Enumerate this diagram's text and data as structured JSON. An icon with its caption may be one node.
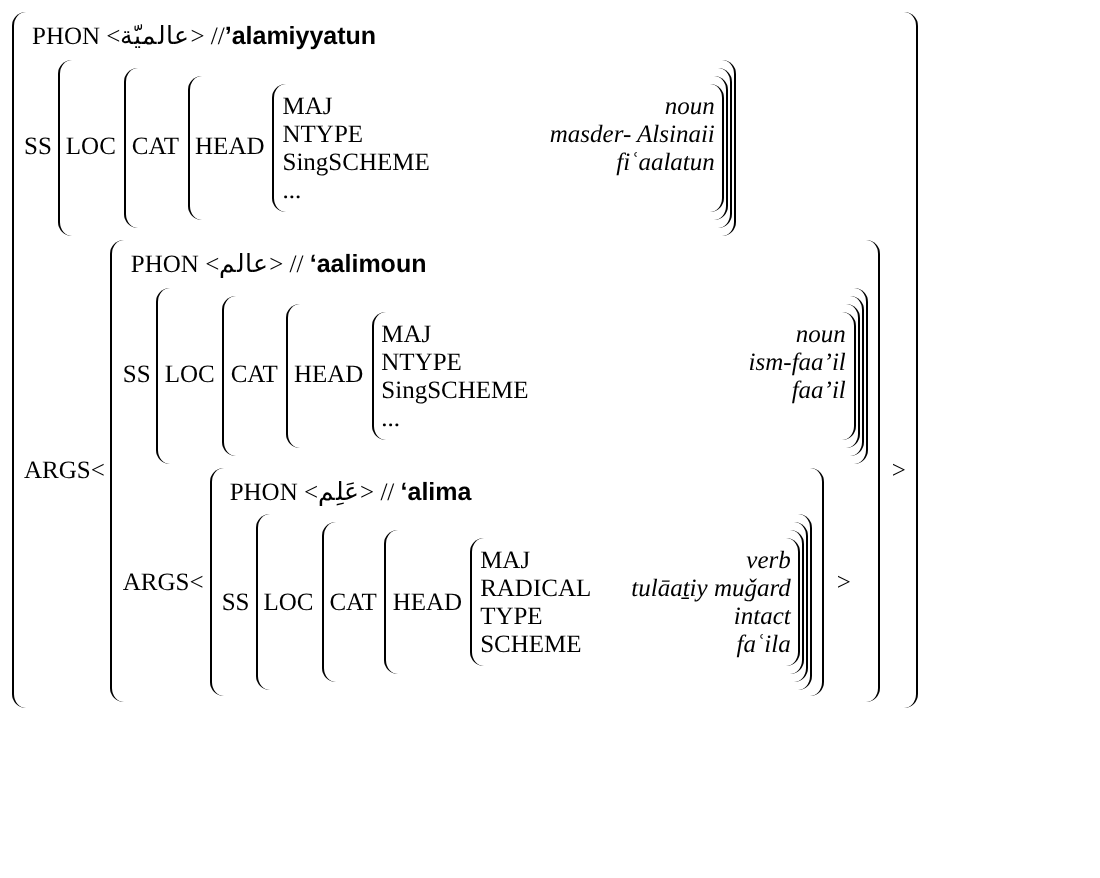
{
  "diagram": {
    "nodes": [
      {
        "text": [
          "PHON <عالميّة> //**’alamiyyatun**",
          "SS",
          "ARGS<",
          ">"
        ]
      },
      {
        "text": [
          "LOC"
        ],
        "in": 0
      },
      {
        "text": [
          "CAT"
        ],
        "in": 1
      },
      {
        "text": [
          "HEAD"
        ],
        "in": 2
      },
      {
        "text": [
          "MAJ",
          "noun",
          "NTYPE",
          "masder- Alsinaii",
          "SingSCHEME",
          "fiʿaalatun",
          "..."
        ],
        "in": 3
      },
      {
        "text": [
          "PHON <عالم> // **‘aalimoun**",
          "SS",
          "ARGS<",
          ">"
        ],
        "in": 0
      },
      {
        "text": [
          "LOC"
        ],
        "in": 5
      },
      {
        "text": [
          "CAT"
        ],
        "in": 6
      },
      {
        "text": [
          "HEAD"
        ],
        "in": 7
      },
      {
        "text": [
          "MAJ",
          "noun",
          "NTYPE",
          "ism-faa’il",
          "SingSCHEME",
          "faa’il",
          "..."
        ],
        "in": 8
      },
      {
        "text": [
          "PHON <عَلِم> // **‘alima**",
          "SS"
        ],
        "in": 5
      },
      {
        "text": [
          "LOC"
        ],
        "in": 10
      },
      {
        "text": [
          "CAT"
        ],
        "in": 11
      },
      {
        "text": [
          "HEAD"
        ],
        "in": 12
      },
      {
        "text": [
          "MAJ",
          "verb",
          "RADICAL",
          "tulāaṯiy muǧard",
          "TYPE",
          "intact",
          "SCHEME",
          "faʿila"
        ],
        "in": 13
      }
    ]
  }
}
